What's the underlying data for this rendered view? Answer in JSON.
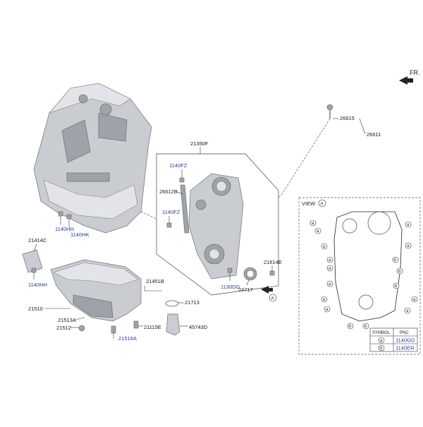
{
  "header": {
    "direction_label": "FR."
  },
  "labels": {
    "l_26615": "26615",
    "l_26611": "26611",
    "l_21350F": "21350F",
    "l_1140FZ_a": "1140FZ",
    "l_26612B": "26612B",
    "l_1140FZ_b": "1140FZ",
    "l_1140HH_a": "1140HH",
    "l_1140HK": "1140HK",
    "l_21414C": "21414C",
    "l_1140HH_b": "1140HH",
    "l_21614E": "21614E",
    "l_1130DG": "1130DG",
    "l_24717": "24717",
    "l_21451B": "21451B",
    "l_21713": "21713",
    "l_21510": "21510",
    "l_21513A": "21513A",
    "l_21512": "21512",
    "l_21115E": "21115E",
    "l_45743D": "45743D",
    "l_21516A": "21516A"
  },
  "view": {
    "title": "VIEW",
    "ref": "A",
    "callout_ref": "A",
    "symbol_header": "SYMBOL",
    "pnc_header": "PNC",
    "rows": [
      {
        "symbol": "a",
        "pnc": "1140GD"
      },
      {
        "symbol": "b",
        "pnc": "1140ER"
      }
    ]
  }
}
